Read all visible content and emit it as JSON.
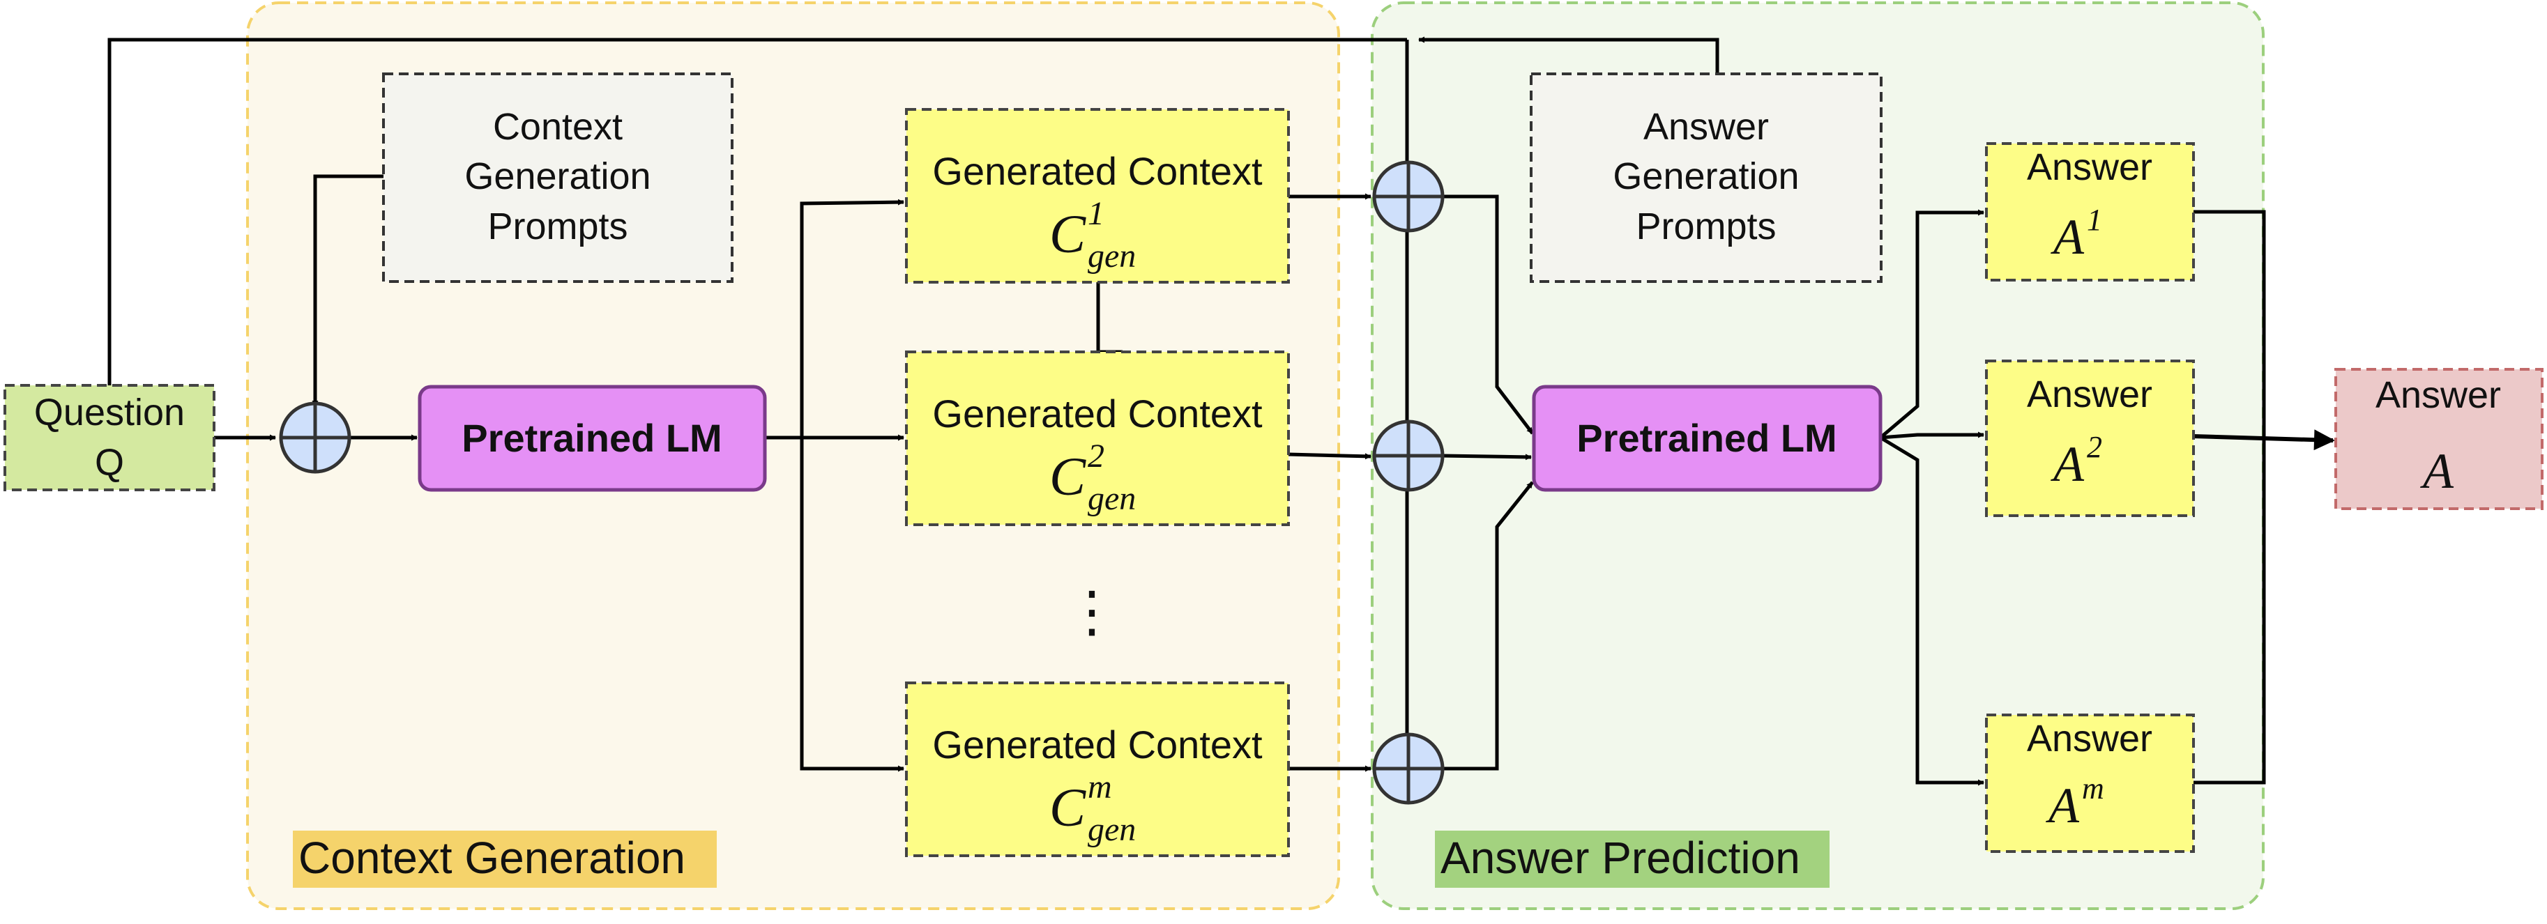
{
  "colors": {
    "ctx_panel_fill": "#fcf8eb",
    "ctx_panel_stroke": "#f5d36b",
    "ans_panel_fill": "#f2f8ec",
    "ans_panel_stroke": "#9ccf7d",
    "question_fill": "#d4e9a0",
    "prompt_fill": "#f4f4ef",
    "lm_fill": "#e590f5",
    "lm_stroke": "#7a3a8a",
    "context_fill": "#fdfd87",
    "answer_fill": "#fdfd87",
    "final_fill": "#ecc9c9",
    "final_stroke": "#c26a6a",
    "adder_fill": "#cfe0fb",
    "ctx_label_bg": "#f5d36b",
    "ans_label_bg": "#a3d27f"
  },
  "question": {
    "line1": "Question",
    "line2": "Q"
  },
  "context_prompts": {
    "line1": "Context",
    "line2": "Generation",
    "line3": "Prompts"
  },
  "answer_prompts": {
    "line1": "Answer",
    "line2": "Generation",
    "line3": "Prompts"
  },
  "lm_context": "Pretrained LM",
  "lm_answer": "Pretrained LM",
  "generated_contexts": [
    {
      "label": "Generated Context",
      "base": "C",
      "sup": "1",
      "sub": "gen"
    },
    {
      "label": "Generated Context",
      "base": "C",
      "sup": "2",
      "sub": "gen"
    },
    {
      "label": "Generated Context",
      "base": "C",
      "sup": "m",
      "sub": "gen"
    }
  ],
  "ellipsis": "⋮",
  "answers": [
    {
      "label": "Answer",
      "base": "A",
      "sup": "1"
    },
    {
      "label": "Answer",
      "base": "A",
      "sup": "2"
    },
    {
      "label": "Answer",
      "base": "A",
      "sup": "m"
    }
  ],
  "final_answer": {
    "label": "Answer",
    "symbol": "A"
  },
  "panel_labels": {
    "context": "Context Generation",
    "answer": "Answer Prediction"
  }
}
